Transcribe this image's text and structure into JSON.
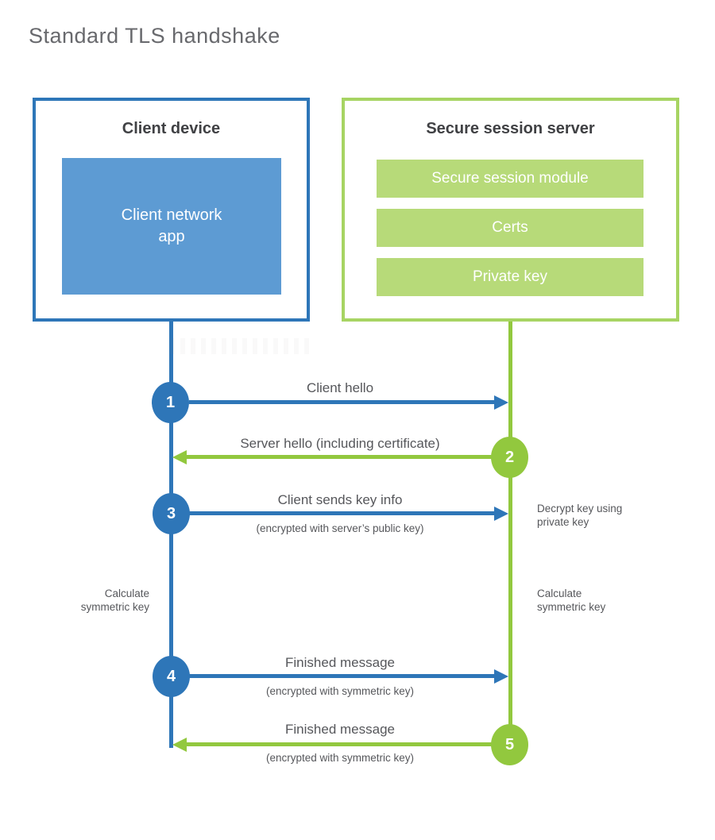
{
  "title": "Standard TLS handshake",
  "colors": {
    "blue": "#2e76b8",
    "blue_fill": "#5d9bd3",
    "green": "#92c83e",
    "green_border": "#a7d463",
    "green_fill": "#b7da79",
    "heading_text": "#404144",
    "label_text": "#56575b",
    "title_text": "#68696d"
  },
  "client": {
    "heading": "Client device",
    "app_label": "Client network\napp"
  },
  "server": {
    "heading": "Secure session server",
    "modules": [
      {
        "label": "Secure session module"
      },
      {
        "label": "Certs"
      },
      {
        "label": "Private key"
      }
    ]
  },
  "steps": [
    {
      "num": "1",
      "from": "client",
      "direction": "right",
      "label": "Client hello",
      "sub": ""
    },
    {
      "num": "2",
      "from": "server",
      "direction": "left",
      "label": "Server hello (including certificate)",
      "sub": ""
    },
    {
      "num": "3",
      "from": "client",
      "direction": "right",
      "label": "Client sends key info",
      "sub": "(encrypted with server’s public key)"
    },
    {
      "num": "4",
      "from": "client",
      "direction": "right",
      "label": "Finished message",
      "sub": "(encrypted with symmetric key)"
    },
    {
      "num": "5",
      "from": "server",
      "direction": "left",
      "label": "Finished message",
      "sub": "(encrypted with symmetric key)"
    }
  ],
  "side_notes": {
    "decrypt": "Decrypt key using\nprivate key",
    "calc_left": "Calculate\nsymmetric key",
    "calc_right": "Calculate\nsymmetric key"
  }
}
